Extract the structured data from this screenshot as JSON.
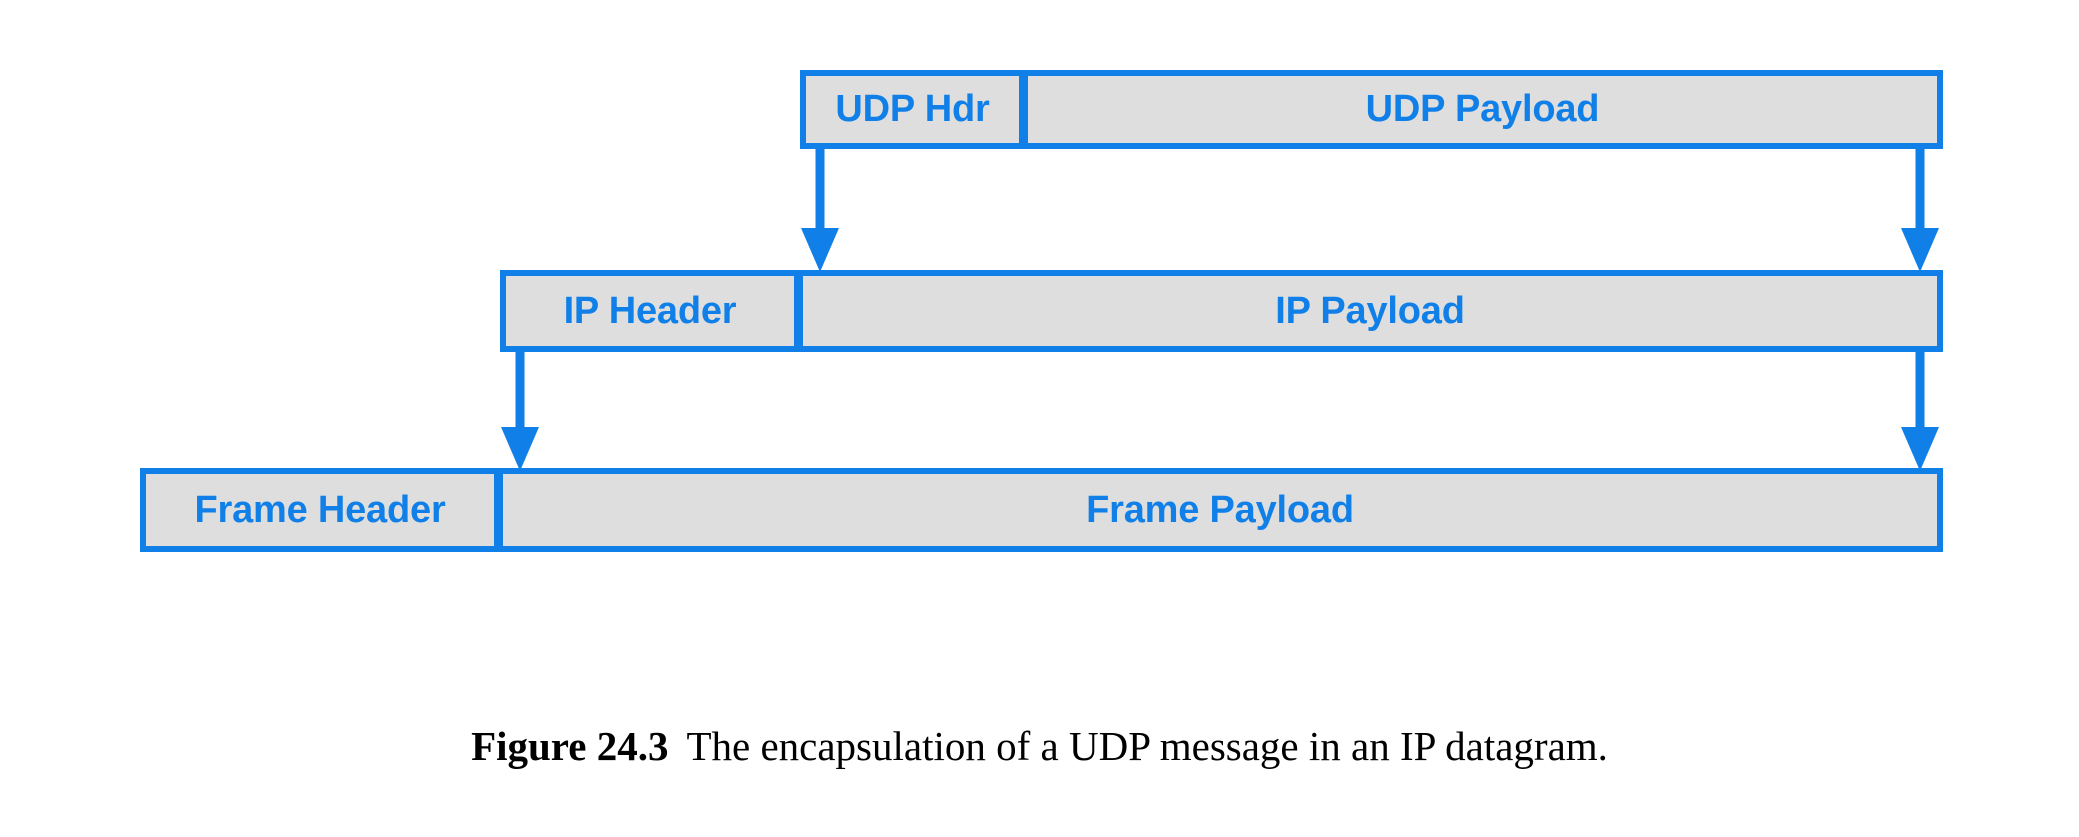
{
  "figure": {
    "caption_label": "Figure 24.3",
    "caption_text": "The encapsulation of a UDP message in an IP datagram."
  },
  "theme": {
    "accent_blue": "#1080E8",
    "box_fill": "#DEDEDE",
    "page_background": "#FFFFFF",
    "caption_color": "#000000"
  },
  "diagram": {
    "type": "encapsulation-stack",
    "layers": [
      {
        "id": "udp",
        "header_label": "UDP Hdr",
        "payload_label": "UDP Payload"
      },
      {
        "id": "ip",
        "header_label": "IP Header",
        "payload_label": "IP Payload"
      },
      {
        "id": "frame",
        "header_label": "Frame Header",
        "payload_label": "Frame Payload"
      }
    ],
    "arrows": [
      {
        "id": "udp-start-to-ip-payload-start",
        "from": "UDP Hdr left edge",
        "to": "IP Payload left edge",
        "direction": "down"
      },
      {
        "id": "udp-end-to-ip-payload-end",
        "from": "UDP Payload right edge",
        "to": "IP Payload right edge",
        "direction": "down"
      },
      {
        "id": "ip-start-to-frame-payload-start",
        "from": "IP Header left edge",
        "to": "Frame Payload left edge",
        "direction": "down"
      },
      {
        "id": "ip-end-to-frame-payload-end",
        "from": "IP Payload right edge",
        "to": "Frame Payload right edge",
        "direction": "down"
      }
    ]
  }
}
